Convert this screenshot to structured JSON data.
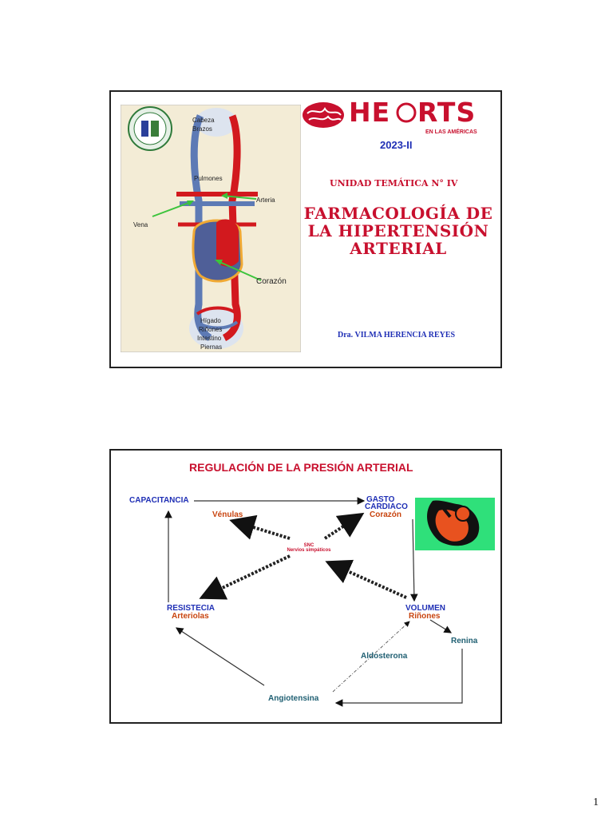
{
  "slide1": {
    "brand": {
      "he": "HE",
      "rts": "RTS",
      "subtitle": "EN LAS AMÉRICAS"
    },
    "term": "2023-II",
    "unit": "UNIDAD TEMÁTICA  N°  IV",
    "title_lines": [
      "FARMACOLOGÍA DE",
      "LA HIPERTENSIÓN",
      "ARTERIAL"
    ],
    "author": "Dra. VILMA HERENCIA REYES",
    "diagram": {
      "head": "Cabeza",
      "arms": "Brazos",
      "lungs": "Pulmones",
      "artery": "Arteria",
      "vein": "Vena",
      "heart": "Corazón",
      "liver": "Hígado",
      "kidneys": "Riñones",
      "intestine": "Intestino",
      "legs": "Piernas"
    }
  },
  "slide2": {
    "title": "REGULACIÓN DE LA PRESIÓN ARTERIAL",
    "capacitancia": "CAPACITANCIA",
    "venulas": "Vénulas",
    "gasto_line1": "GASTO",
    "gasto_line2": "CARDIACO",
    "corazon": "Corazón",
    "snc_line1": "SNC",
    "snc_line2": "Nervios simpáticos",
    "resistencia": "RESISTECIA",
    "arteriolas": "Arteriolas",
    "volumen": "VOLUMEN",
    "rinones": "Riñones",
    "renina": "Renina",
    "aldosterona": "Aldosterona",
    "angiotensina": "Angiotensina"
  },
  "page_number": "1"
}
